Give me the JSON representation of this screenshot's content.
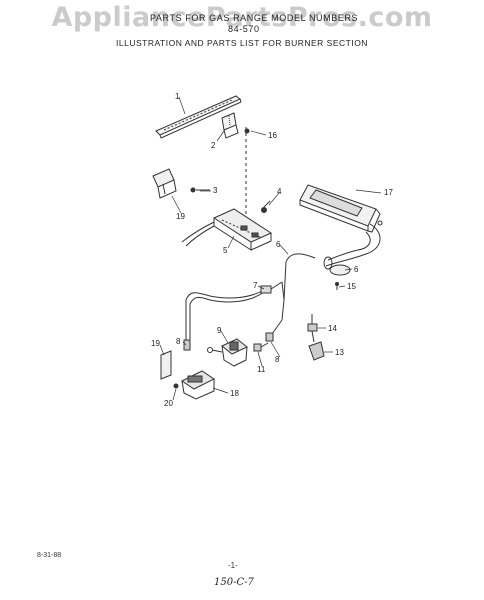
{
  "watermark": "AppliancePartsPros.com",
  "header": {
    "line1": "PARTS FOR GAS RANGE MODEL NUMBERS",
    "model_number": "84-570",
    "title": "ILLUSTRATION AND PARTS LIST FOR BURNER SECTION"
  },
  "footer": {
    "date": "8-31-88",
    "page_number": "-1-",
    "handwritten_note": "150-C-7"
  },
  "callouts": [
    "1",
    "2",
    "16",
    "3",
    "4",
    "17",
    "19",
    "5",
    "6",
    "6",
    "15",
    "7",
    "9",
    "8",
    "14",
    "19",
    "11",
    "8",
    "13",
    "18",
    "20"
  ]
}
